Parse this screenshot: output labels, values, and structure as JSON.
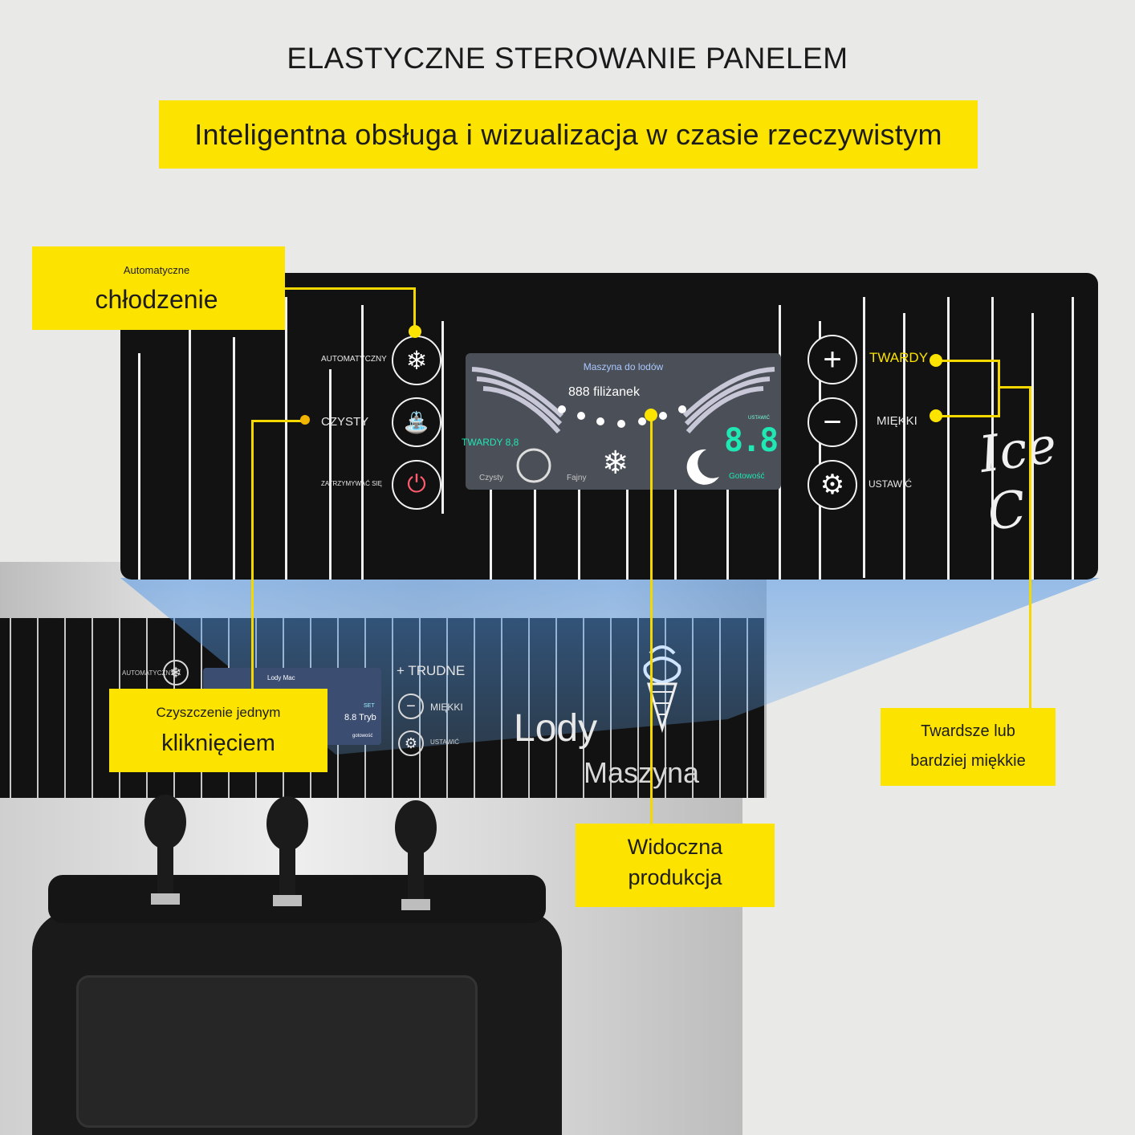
{
  "header": {
    "title": "ELASTYCZNE STEROWANIE PANELEM",
    "subtitle": "Inteligentna obsługa i wizualizacja w czasie rzeczywistym"
  },
  "panel": {
    "left_buttons": [
      {
        "label": "AUTOMATYCZNY",
        "icon": "snowflake-icon"
      },
      {
        "label": "CZYSTY",
        "icon": "faucet-icon"
      },
      {
        "label": "ZATRZYMYWAĆ SIĘ",
        "icon": "power-icon"
      }
    ],
    "right_buttons": [
      {
        "label": "TWARDY",
        "icon": "plus-icon"
      },
      {
        "label": "MIĘKKI",
        "icon": "minus-icon"
      },
      {
        "label": "USTAWIĆ",
        "icon": "gear-icon"
      }
    ],
    "screen": {
      "title": "Maszyna do lodów",
      "count": "888 filiżanek",
      "mode": "TWARDY 8,8",
      "clean_label": "Czysty",
      "fajny_label": "Fajny",
      "set_label": "USTAWIĆ",
      "digits": "8.8",
      "ready_label": "Gotowość"
    },
    "brand_script": "Ice C"
  },
  "machine": {
    "lower_panel": {
      "auto_label": "AUTOMATYCZNY",
      "screen_title": "Lody Mac",
      "screen_set": "SET",
      "screen_mode": "8.8 Tryb",
      "screen_ready": "gotowość",
      "hard_label": "+ TRUDNE",
      "soft_label": "MIĘKKI",
      "set_label": "USTAWIĆ"
    },
    "brand_line1": "Lody",
    "brand_line2": "Maszyna"
  },
  "callouts": {
    "cooling": {
      "small": "Automatyczne",
      "big": "chłodzenie"
    },
    "cleaning": {
      "small": "Czyszczenie jednym",
      "big": "kliknięciem"
    },
    "production": {
      "line1": "Widoczna",
      "line2": "produkcja"
    },
    "hardness": {
      "line1": "Twardsze lub",
      "line2": "bardziej miękkie"
    }
  },
  "colors": {
    "accent": "#fce300",
    "panel": "#121212",
    "screen_digits": "#1fe8b5",
    "background": "#e9e9e7"
  }
}
